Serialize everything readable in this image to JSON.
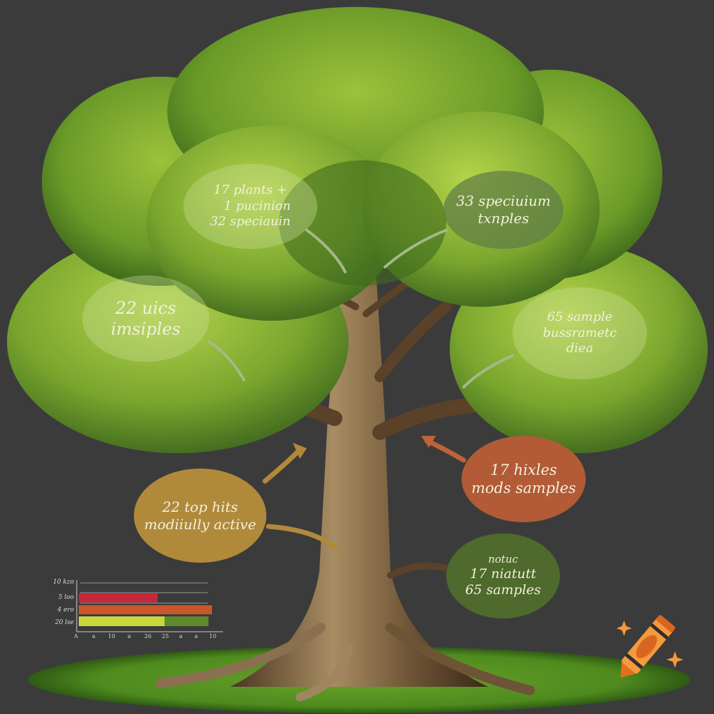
{
  "background_color": "#3b3b3c",
  "callouts": [
    {
      "id": "top-left",
      "lines": [
        "17 plants +",
        "1 pucinion",
        "32 speciauin"
      ],
      "color": "#c8dc96"
    },
    {
      "id": "top-right",
      "lines": [
        "33 speciuium",
        "txnples"
      ],
      "color": "#5f7d46"
    },
    {
      "id": "mid-left",
      "lines": [
        "22 uics",
        "imsiples"
      ],
      "color": "#c8dc96"
    },
    {
      "id": "mid-right",
      "lines": [
        "65 sample",
        "bussrametc",
        "diea"
      ],
      "color": "#c8dc96"
    },
    {
      "id": "lower-right",
      "lines": [
        "17 hixles",
        "mods samples"
      ],
      "color": "#b25b36"
    },
    {
      "id": "lower-left",
      "lines": [
        "22 top hits",
        "modiiully active"
      ],
      "color": "#b08a3a"
    },
    {
      "id": "bottom-right",
      "lines": [
        "notuc",
        "17 niatutt",
        "65 samples"
      ],
      "color": "#4e6a2c"
    }
  ],
  "chart_data": {
    "type": "bar",
    "orientation": "horizontal",
    "title": "",
    "categories": [
      "10 kzo",
      "5 loo",
      "4 ero",
      "20 lse"
    ],
    "series": [
      {
        "name": "red",
        "color": "#c4283a",
        "values": [
          0,
          6.1,
          0,
          0
        ]
      },
      {
        "name": "orange",
        "color": "#c9572b",
        "values": [
          0,
          0,
          10,
          0
        ]
      },
      {
        "name": "yellow-green",
        "color": "#c9d63a",
        "values": [
          0,
          0,
          0,
          6.6
        ]
      },
      {
        "name": "green",
        "color": "#5f8a2c",
        "values": [
          0,
          0,
          0,
          3.4
        ]
      }
    ],
    "x_tick_labels": [
      "A",
      "a",
      "10",
      "a",
      "26",
      "25",
      "a",
      "a",
      "10"
    ],
    "xlim": [
      0,
      10
    ],
    "grid": true,
    "legend": "none"
  },
  "icons": {
    "crayon": "crayon-icon",
    "sparkle": "sparkle-icon"
  }
}
